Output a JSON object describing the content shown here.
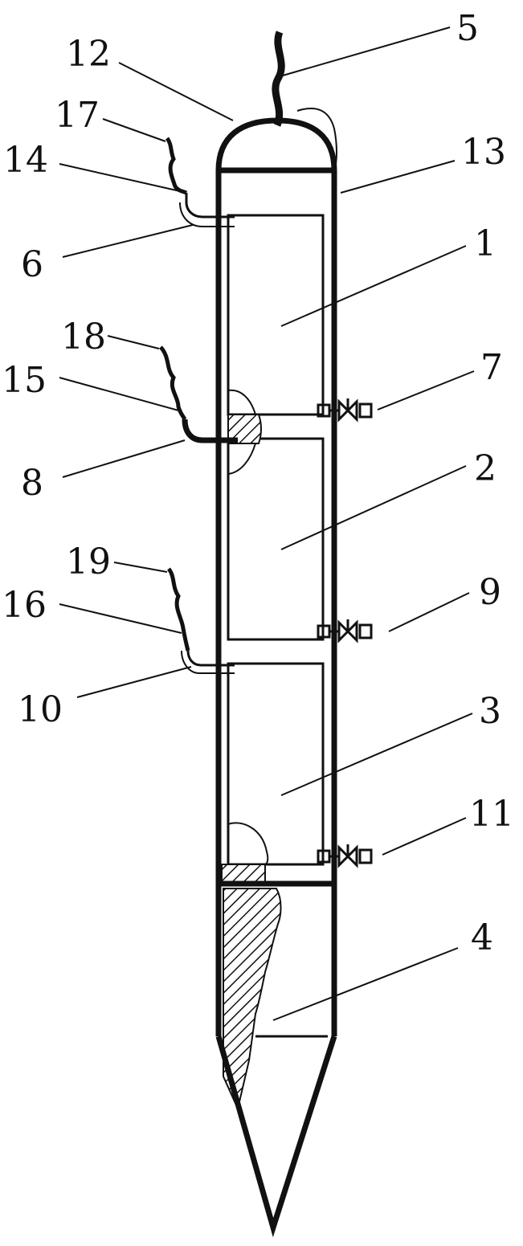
{
  "labels": {
    "l1": "1",
    "l2": "2",
    "l3": "3",
    "l4": "4",
    "l5": "5",
    "l6": "6",
    "l7": "7",
    "l8": "8",
    "l9": "9",
    "l10": "10",
    "l11": "11",
    "l12": "12",
    "l13": "13",
    "l14": "14",
    "l15": "15",
    "l16": "16",
    "l17": "17",
    "l18": "18",
    "l19": "19"
  },
  "colors": {
    "line": "#111111",
    "background": "#ffffff"
  }
}
